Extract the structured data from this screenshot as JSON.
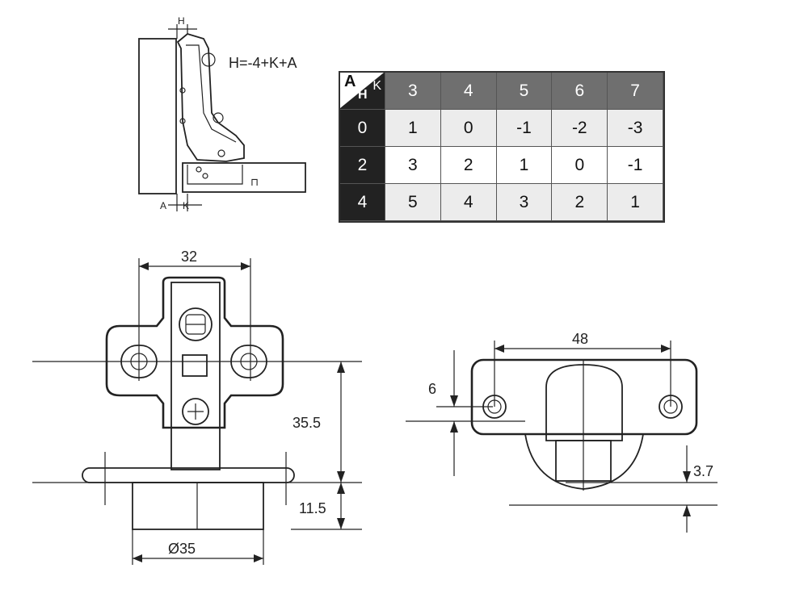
{
  "formula": "H=-4+K+A",
  "side_view_labels": {
    "h": "H",
    "a": "A",
    "k": "K"
  },
  "table": {
    "corner": {
      "a": "A",
      "k": "K",
      "h": "H"
    },
    "k_headers": [
      "3",
      "4",
      "5",
      "6",
      "7"
    ],
    "rows": [
      {
        "a": "0",
        "values": [
          "1",
          "0",
          "-1",
          "-2",
          "-3"
        ]
      },
      {
        "a": "2",
        "values": [
          "3",
          "2",
          "1",
          "0",
          "-1"
        ]
      },
      {
        "a": "4",
        "values": [
          "5",
          "4",
          "3",
          "2",
          "1"
        ]
      }
    ]
  },
  "dimensions": {
    "width_32": "32",
    "height_35_5": "35.5",
    "height_11_5": "11.5",
    "diameter_35": "Ø35",
    "width_48": "48",
    "offset_6": "6",
    "offset_3_7": "3.7"
  },
  "colors": {
    "line": "#222222",
    "table_header": "#6f6f6f",
    "table_rowhead": "#222222"
  }
}
